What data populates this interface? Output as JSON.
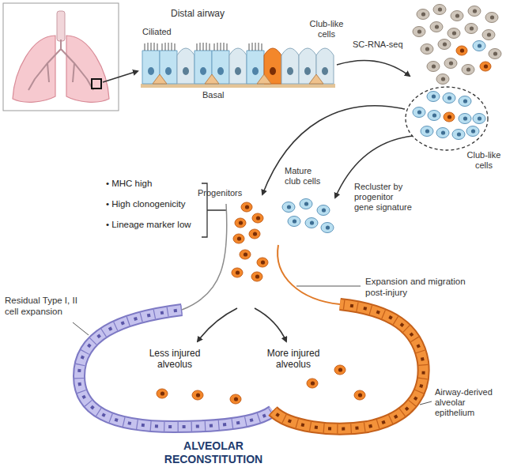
{
  "diagram": {
    "labels": [
      "Distal airway",
      "Ciliated",
      "Club-like cells",
      "Basal",
      "SC-RNA-seq",
      "Club-like cells",
      "Progenitors",
      "Mature club cells",
      "Recluster by progenitor gene signature",
      "• MHC high",
      "• High clonogenicity",
      "• Lineage marker low",
      "Residual Type I, II cell expansion",
      "Expansion and migration post-injury",
      "Less injured alveolus",
      "More injured alveolus",
      "Airway-derived alveolar epithelium",
      "ALVEOLAR RECONSTITUTION"
    ]
  }
}
